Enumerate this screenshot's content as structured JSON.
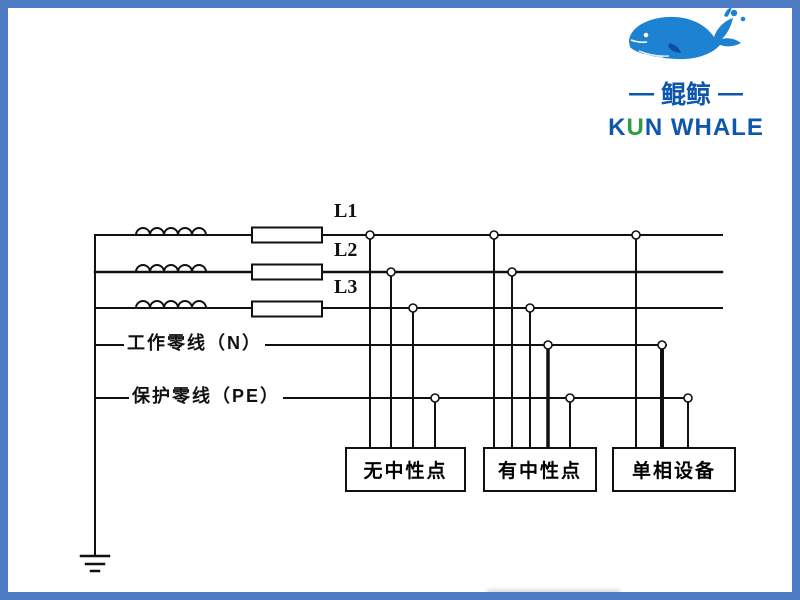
{
  "logo": {
    "dash": "—",
    "cn_name": "鲲鲸",
    "en_k": "K",
    "en_u": "U",
    "en_rest": "N WHALE"
  },
  "diagram": {
    "phase_labels": [
      "L1",
      "L2",
      "L3"
    ],
    "neutral_label": "工作零线（N）",
    "pe_label": "保护零线（PE）",
    "boxes": [
      {
        "label": "无中性点"
      },
      {
        "label": "有中性点"
      },
      {
        "label": "单相设备"
      }
    ]
  },
  "colors": {
    "frame_blue": "#4c7bc4",
    "logo_blue": "#0f57ad",
    "logo_green": "#2e9e43",
    "whale_blue": "#1e82d2",
    "line_black": "#111111"
  }
}
